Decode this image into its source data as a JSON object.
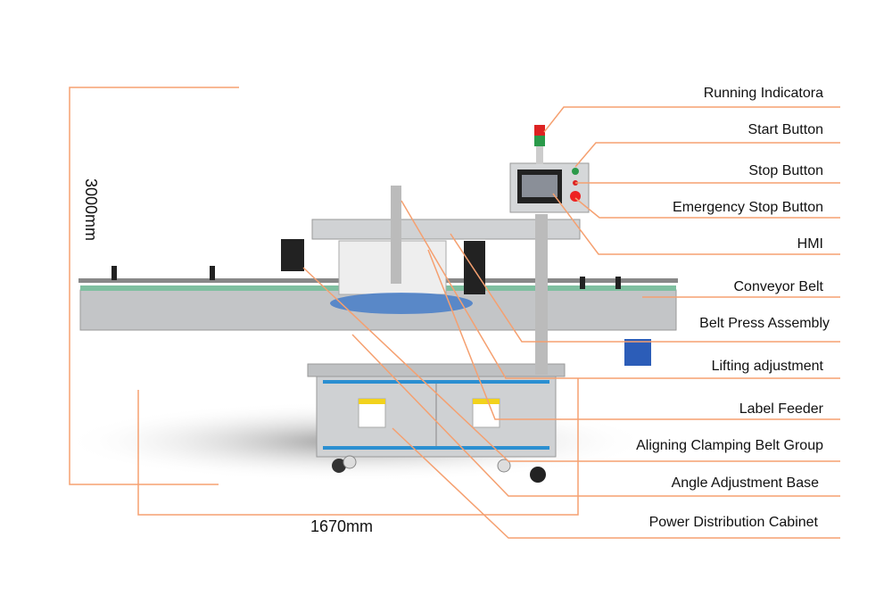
{
  "dimensions": {
    "height": "3000mm",
    "width": "1670mm"
  },
  "callouts": [
    "Running Indicatora",
    "Start Button",
    "Stop Button",
    "Emergency Stop Button",
    "HMI",
    "Conveyor Belt",
    "Belt Press Assembly",
    "Lifting adjustment",
    "Label Feeder",
    "Aligning Clamping Belt Group",
    "Angle Adjustment Base",
    "Power Distribution Cabinet"
  ],
  "colors": {
    "leader": "#f5a070",
    "steel": "#c9cbcd",
    "blue": "#2b8fd1"
  }
}
